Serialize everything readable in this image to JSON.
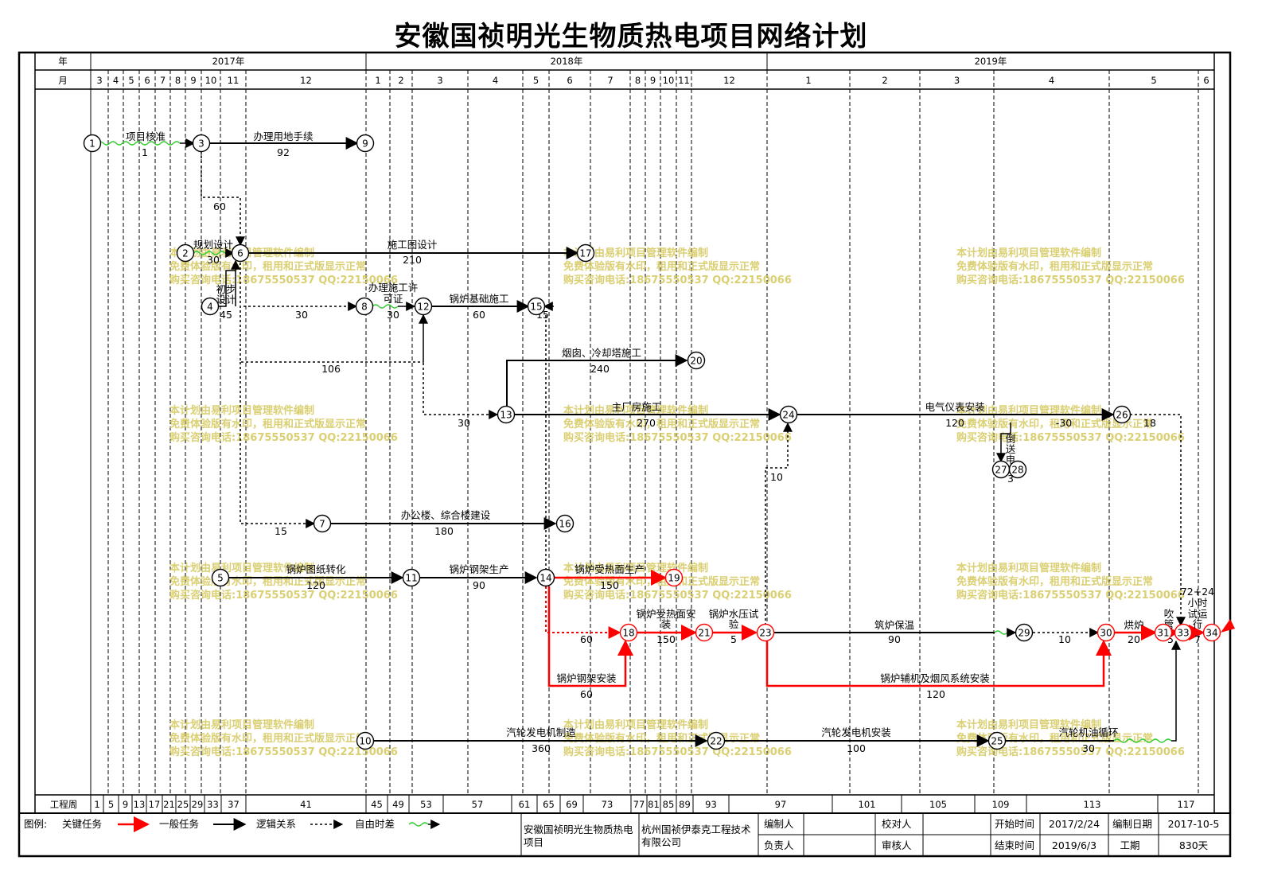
{
  "title": "安徽国祯明光生物质热电项目网络计划",
  "header": {
    "year_label": "年",
    "month_label": "月",
    "week_label": "工程周",
    "years": [
      {
        "label": "2017年"
      },
      {
        "label": "2018年"
      },
      {
        "label": "2019年"
      }
    ],
    "months": [
      "3",
      "4",
      "5",
      "6",
      "7",
      "8",
      "9",
      "10",
      "11",
      "12",
      "1",
      "2",
      "3",
      "4",
      "5",
      "6",
      "7",
      "8",
      "9",
      "10",
      "11",
      "12",
      "1",
      "2",
      "3",
      "4",
      "5",
      "6"
    ],
    "weeks": [
      "1",
      "5",
      "9",
      "13",
      "17",
      "21",
      "25",
      "29",
      "33",
      "37",
      "41",
      "45",
      "49",
      "53",
      "57",
      "61",
      "65",
      "69",
      "73",
      "77",
      "81",
      "85",
      "89",
      "93",
      "97",
      "101",
      "105",
      "109",
      "113",
      "117"
    ]
  },
  "nodes": [
    {
      "id": "1",
      "critical": false
    },
    {
      "id": "2",
      "critical": false
    },
    {
      "id": "3",
      "critical": false
    },
    {
      "id": "4",
      "critical": false
    },
    {
      "id": "5",
      "critical": false
    },
    {
      "id": "6",
      "critical": false
    },
    {
      "id": "7",
      "critical": false
    },
    {
      "id": "8",
      "critical": false
    },
    {
      "id": "9",
      "critical": false
    },
    {
      "id": "10",
      "critical": false
    },
    {
      "id": "11",
      "critical": false
    },
    {
      "id": "12",
      "critical": false
    },
    {
      "id": "13",
      "critical": false
    },
    {
      "id": "14",
      "critical": false
    },
    {
      "id": "15",
      "critical": false
    },
    {
      "id": "16",
      "critical": false
    },
    {
      "id": "17",
      "critical": false
    },
    {
      "id": "18",
      "critical": true
    },
    {
      "id": "19",
      "critical": true
    },
    {
      "id": "20",
      "critical": false
    },
    {
      "id": "21",
      "critical": true
    },
    {
      "id": "22",
      "critical": false
    },
    {
      "id": "23",
      "critical": true
    },
    {
      "id": "24",
      "critical": false
    },
    {
      "id": "25",
      "critical": false
    },
    {
      "id": "26",
      "critical": false
    },
    {
      "id": "27",
      "critical": false
    },
    {
      "id": "28",
      "critical": false
    },
    {
      "id": "29",
      "critical": false
    },
    {
      "id": "30",
      "critical": true
    },
    {
      "id": "31",
      "critical": true
    },
    {
      "id": "33",
      "critical": true
    },
    {
      "id": "34",
      "critical": true
    }
  ],
  "task_labels": [
    {
      "text": "项目核准"
    },
    {
      "text": "1"
    },
    {
      "text": "办理用地手续"
    },
    {
      "text": "92"
    },
    {
      "text": "60"
    },
    {
      "text": "规划设计"
    },
    {
      "text": "30"
    },
    {
      "text": "施工图设计"
    },
    {
      "text": "210"
    },
    {
      "text": "初步"
    },
    {
      "text": "设计"
    },
    {
      "text": "45"
    },
    {
      "text": "30"
    },
    {
      "text": "办理施工许"
    },
    {
      "text": "可证"
    },
    {
      "text": "30"
    },
    {
      "text": "锅炉基础施工"
    },
    {
      "text": "60"
    },
    {
      "text": "15"
    },
    {
      "text": "烟囱、冷却塔施工"
    },
    {
      "text": "240"
    },
    {
      "text": "106"
    },
    {
      "text": "主厂房施工"
    },
    {
      "text": "270"
    },
    {
      "text": "30"
    },
    {
      "text": "电气仪表安装"
    },
    {
      "text": "120"
    },
    {
      "text": "-30"
    },
    {
      "text": "18"
    },
    {
      "text": "倒"
    },
    {
      "text": "送"
    },
    {
      "text": "电"
    },
    {
      "text": "3"
    },
    {
      "text": "10"
    },
    {
      "text": "办公楼、综合楼建设"
    },
    {
      "text": "180"
    },
    {
      "text": "15"
    },
    {
      "text": "锅炉图纸转化"
    },
    {
      "text": "120"
    },
    {
      "text": "锅炉钢架生产"
    },
    {
      "text": "90"
    },
    {
      "text": "锅炉受热面生产"
    },
    {
      "text": "150"
    },
    {
      "text": "60"
    },
    {
      "text": "锅炉受热面安"
    },
    {
      "text": "装"
    },
    {
      "text": "150"
    },
    {
      "text": "锅炉水压试"
    },
    {
      "text": "验"
    },
    {
      "text": "5"
    },
    {
      "text": "筑炉保温"
    },
    {
      "text": "90"
    },
    {
      "text": "10"
    },
    {
      "text": "烘炉"
    },
    {
      "text": "20"
    },
    {
      "text": "吹"
    },
    {
      "text": "管"
    },
    {
      "text": "5"
    },
    {
      "text": "72+24"
    },
    {
      "text": "小时"
    },
    {
      "text": "试运"
    },
    {
      "text": "行"
    },
    {
      "text": "7"
    },
    {
      "text": "锅炉钢架安装"
    },
    {
      "text": "60"
    },
    {
      "text": "锅炉辅机及烟风系统安装"
    },
    {
      "text": "120"
    },
    {
      "text": "汽轮发电机制造"
    },
    {
      "text": "360"
    },
    {
      "text": "汽轮发电机安装"
    },
    {
      "text": "100"
    },
    {
      "text": "汽轮机油循环"
    },
    {
      "text": "30"
    }
  ],
  "watermark": {
    "line1": "本计划由易利项目管理软件编制",
    "line2": "免费体验版有水印，租用和正式版显示正常",
    "line3": "购买咨询电话:18675550537 QQ:22150066"
  },
  "legend": {
    "label": "图例:",
    "critical": "关键任务",
    "general": "一般任务",
    "logic": "逻辑关系",
    "float": "自由时差"
  },
  "footer": {
    "project": "安徽国祯明光生物质热电项目",
    "company": "杭州国祯伊泰克工程技术有限公司",
    "editor_label": "编制人",
    "owner_label": "负责人",
    "checker_label": "校对人",
    "reviewer_label": "审核人",
    "start_label": "开始时间",
    "start_value": "2017/2/24",
    "end_label": "结束时间",
    "end_value": "2019/6/3",
    "date_label": "编制日期",
    "date_value": "2017-10-5",
    "duration_label": "工期",
    "duration_value": "830天"
  },
  "colors": {
    "critical": "#ff0000",
    "normal": "#000000",
    "float": "#33cc33",
    "watermark": "#d4c75a"
  }
}
